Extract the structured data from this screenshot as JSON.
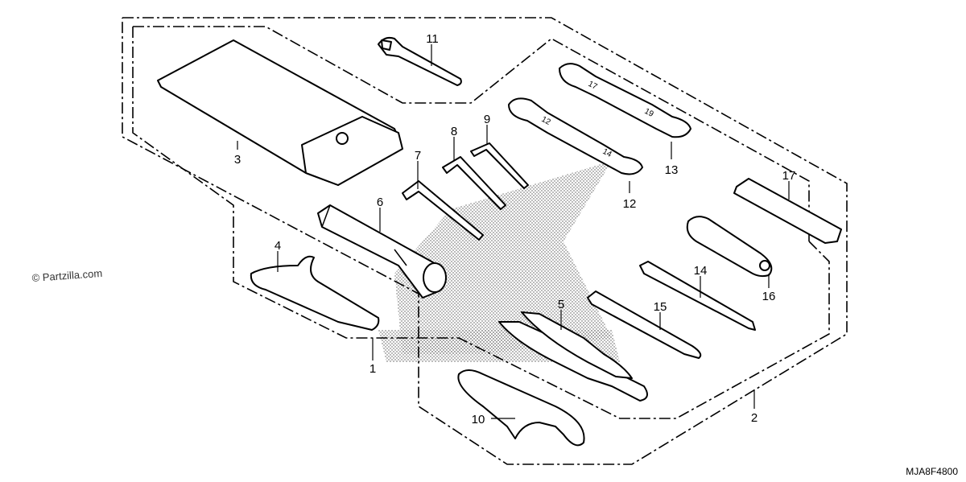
{
  "watermark": "© Partzilla.com",
  "diagram_code": "MJA8F4800",
  "callouts": {
    "c1": "1",
    "c2": "2",
    "c3": "3",
    "c4": "4",
    "c5": "5",
    "c6": "6",
    "c7": "7",
    "c8": "8",
    "c9": "9",
    "c10": "10",
    "c11": "11",
    "c12": "12",
    "c13": "13",
    "c14": "14",
    "c15": "15",
    "c16": "16",
    "c17": "17"
  },
  "wrench_markings": {
    "w12_small": "12",
    "w12_large": "14",
    "w13_small": "17",
    "w13_large": "19"
  }
}
